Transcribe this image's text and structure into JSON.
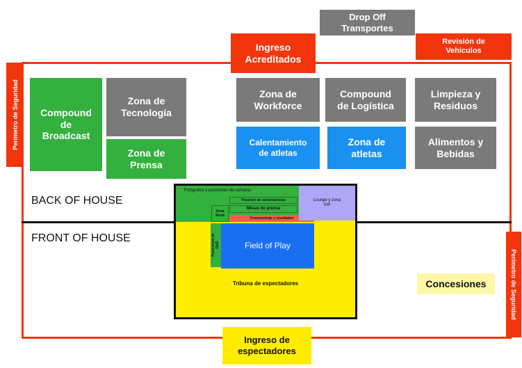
{
  "top": {
    "drop_off": "Drop Off\nTransportes",
    "ingreso_acreditados": "Ingreso\nAcreditados",
    "revision_vehiculos": "Revisión de\nVehículos"
  },
  "perimetro": {
    "left": "Perímetro de Seguridad",
    "right": "Perímetro de Seguridad"
  },
  "back_of_house": {
    "label": "BACK OF HOUSE",
    "compound_broadcast": "Compound\nde\nBroadcast",
    "zona_tecnologia": "Zona de\nTecnología",
    "zona_prensa": "Zona de\nPrensa",
    "zona_workforce": "Zona de\nWorkforce",
    "compound_logistica": "Compound\nde Logística",
    "limpieza_residuos": "Limpieza y\nResiduos",
    "calentamiento_atletas": "Calentamiento\nde atletas",
    "zona_atletas": "Zona de\natletas",
    "alimentos_bebidas": "Alimentos y\nBebidas"
  },
  "front_of_house": {
    "label": "FRONT OF HOUSE",
    "concesiones": "Concesiones"
  },
  "venue": {
    "fotografos": "Fotógrafos y posiciones de cámaras",
    "posicion_comentaristas": "Posición de comentaristas",
    "mesas_prensa": "Mesas de prensa",
    "zona_mixta": "Zona\nMixta",
    "cronometraje": "Cronometraje y resultados",
    "lounge_vip": "Lounge y zona\nVIP",
    "posiciones_ono": "Posiciones de\nONO",
    "field_of_play": "Field of Play",
    "tribuna": "Tribuna de espectadores"
  },
  "bottom": {
    "ingreso_espectadores": "Ingreso de\nespectadores"
  },
  "colors": {
    "perimeter_red": "#f2350d",
    "gray": "#7a7a7a",
    "green": "#33b03e",
    "blue": "#1a90f0",
    "yellow": "#ffed00",
    "vip_purple": "#b0a6f7"
  }
}
